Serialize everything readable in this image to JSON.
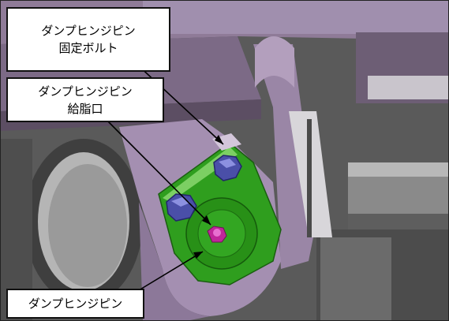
{
  "callouts": {
    "bolt": {
      "line1": "ダンプヒンジピン",
      "line2": "固定ボルト"
    },
    "grease": {
      "line1": "ダンプヒンジピン",
      "line2": "給脂口"
    },
    "pin": {
      "line1": "ダンプヒンジピン"
    }
  },
  "colors": {
    "hinge_plate": "#2f9e1e",
    "bolt_head": "#4a4fa8",
    "grease_fitting": "#c0269a",
    "frame_purple": "#9e8aa6",
    "background_gray": "#5b5b5b"
  }
}
